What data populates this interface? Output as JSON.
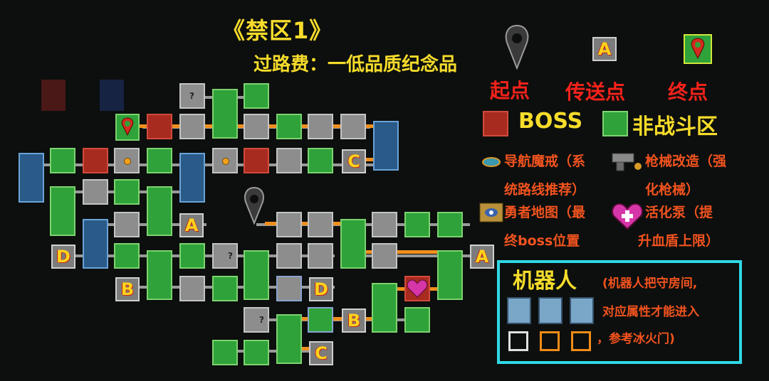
{
  "map": {
    "title": "《禁区1》",
    "toll": "过路费：一低品质纪念品"
  },
  "legend": {
    "start_label": "起点",
    "teleport_label": "传送点",
    "teleport_letter": "A",
    "end_label": "终点",
    "boss_label": "BOSS",
    "safe_label": "非战斗区"
  },
  "items": {
    "compass_1": "导航魔戒（系",
    "compass_2": "统路线推荐）",
    "gun_1": "枪械改造（强",
    "gun_2": "化枪械）",
    "map_1": "勇者地图（最",
    "map_2": "终boss位置",
    "pump_1": "活化泵（提",
    "pump_2": "升血盾上限）"
  },
  "robot": {
    "title": "机器人",
    "note_1": "(机器人把守房间,",
    "note_2": "对应属性才能进入",
    "note_3": "，参考冰火门)",
    "slot_colors": [
      "#111111",
      "#f28c17",
      "#f28c17"
    ]
  },
  "teleports": {
    "a1": "A",
    "a2": "A",
    "b1": "B",
    "b2": "B",
    "c1": "C",
    "c2": "C",
    "d1": "D",
    "d2": "D"
  },
  "rooms": {
    "unknown": "?"
  },
  "colors": {
    "title_yellow": "#f6dc2b",
    "legend_red": "#f5221b",
    "route_orange": "#f08f1d",
    "robot_border": "#2fd8e6"
  }
}
